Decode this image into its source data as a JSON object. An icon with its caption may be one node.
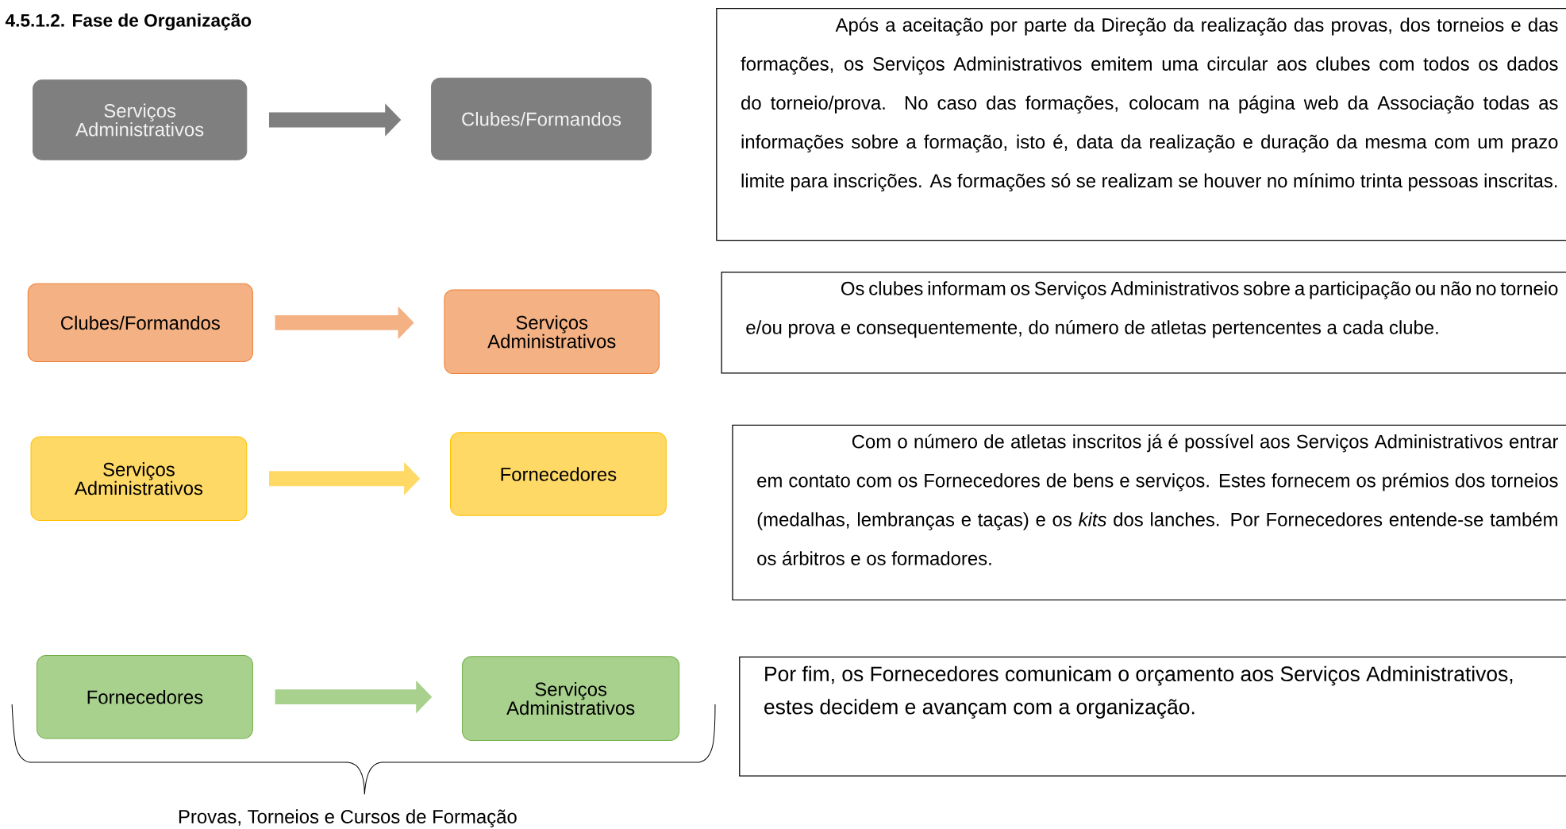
{
  "diagram": {
    "title": "4.5.1.2. Fase de Organização",
    "nodes": [
      {
        "text": [
          "Serviços Administrativos"
        ]
      },
      {
        "text": [
          "Clubes/Formandos"
        ]
      },
      {
        "text": [
          "Após a aceitação por parte da Direção da realização das provas, dos torneios e das formações, os Serviços Administrativos emitem uma circular aos clubes com todos os dados do torneio/prova. No caso das formações, colocam na página web da Associação todas as informações sobre a formação, isto é, data da realização e duração da mesma com um prazo limite para inscrições. As formações só se realizam se houver no mínimo trinta pessoas inscritas."
        ]
      },
      {
        "text": [
          "Clubes/Formandos"
        ]
      },
      {
        "text": [
          "Serviços Administrativos"
        ]
      },
      {
        "text": [
          "Os clubes informam os Serviços Administrativos sobre a participação ou não no torneio e/ou prova e consequentemente, do número de atletas pertencentes a cada clube."
        ]
      },
      {
        "text": [
          "Serviços Administrativos"
        ]
      },
      {
        "text": [
          "Fornecedores"
        ]
      },
      {
        "text": [
          "Com o número de atletas inscritos já é possível aos Serviços Administrativos entrar em contato com os Fornecedores de bens e serviços. Estes fornecem os prémios dos torneios (medalhas, lembranças e taças) e os *kits* dos lanches. Por Fornecedores entende-se também os árbitros e os formadores."
        ]
      },
      {
        "text": [
          "Fornecedores"
        ]
      },
      {
        "text": [
          "Serviços Administrativos"
        ]
      },
      {
        "text": [
          "Por fim, os Fornecedores comunicam o orçamento aos Serviços Administrativos, estes decidem e avançam com a organização."
        ]
      }
    ],
    "edges": [
      {
        "from": 0,
        "to": 1,
        "arrow": "to",
        "color": "#7f7f7f"
      },
      {
        "from": 3,
        "to": 4,
        "arrow": "to",
        "color": "#f4b183"
      },
      {
        "from": 6,
        "to": 7,
        "arrow": "to",
        "color": "#ffd966"
      },
      {
        "from": 9,
        "to": 10,
        "arrow": "to",
        "color": "#a9d18e"
      }
    ],
    "labels": [
      "Provas, Torneios e Cursos de Formação"
    ]
  }
}
